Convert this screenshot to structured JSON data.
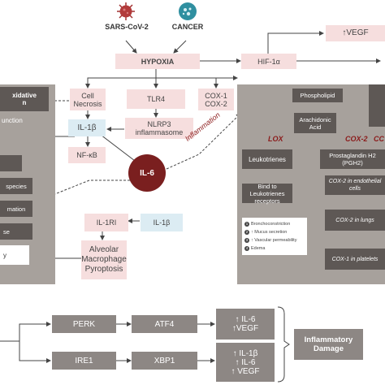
{
  "top": {
    "sars": "SARS-CoV-2",
    "cancer": "CANCER",
    "hypoxia": "HYPOXIA",
    "hif": "HIF-1α",
    "vegf_up": "↑VEGF"
  },
  "left_panel": {
    "title_line1": "xidative",
    "title_line2": "n",
    "item_unction": "unction",
    "item_species": "species",
    "item_mation": "mation",
    "item_se": "se",
    "item_y": "y"
  },
  "middle": {
    "cell_necrosis": "Cell Necrosis",
    "tlr4": "TLR4",
    "cox12_line1": "COX-1",
    "cox12_line2": "COX-2",
    "nlrp3": "NLRP3 inflammasome",
    "il1b": "IL-1β",
    "nfkb": "NF-κB",
    "il6": "IL-6",
    "inflammation": "Inflammation",
    "il1ri": "IL-1RI",
    "il1b_2": "IL-1β",
    "alveolar": "Alveolar Macrophage Pyroptosis"
  },
  "right_panel": {
    "phospholipid": "Phospholipid",
    "arachidonic": "Arachidonic Acid",
    "lox": "LOX",
    "cox2_label": "COX-2",
    "cc_label": "CC",
    "leukotrienes": "Leukotrienes",
    "prostaglandin": "Prostaglandin H2 (PGH2)",
    "bind": "Bind to Leukotrienes receptors",
    "effects": [
      {
        "num": "1",
        "text": "Bronchoconstriction"
      },
      {
        "num": "2",
        "text": "↑ Mucus secretion"
      },
      {
        "num": "3",
        "text": "↑ Vascular permeability"
      },
      {
        "num": "4",
        "text": "Edema"
      }
    ],
    "cox2_endo": "COX-2 in endothelial cells",
    "cox2_lungs": "COX-2 in lungs",
    "cox1_platelets": "COX-1 in platelets"
  },
  "bottom": {
    "perk": "PERK",
    "atf4": "ATF4",
    "out1_line1": "↑ IL-6",
    "out1_line2": "↑VEGF",
    "ire1": "IRE1",
    "xbp1": "XBP1",
    "out2_line1": "↑ IL-1β",
    "out2_line2": "↑ IL-6",
    "out2_line3": "↑ VEGF",
    "damage_line1": "Inflammatory",
    "damage_line2": "Damage"
  },
  "colors": {
    "pink": "#f6dede",
    "blue": "#dcecf3",
    "panel": "#a7a19c",
    "dark": "#5e5855",
    "il6": "#7a1f1f",
    "accent_red": "#8b1a1a"
  },
  "icons": [
    "virus-icon",
    "cancer-cell-icon"
  ]
}
